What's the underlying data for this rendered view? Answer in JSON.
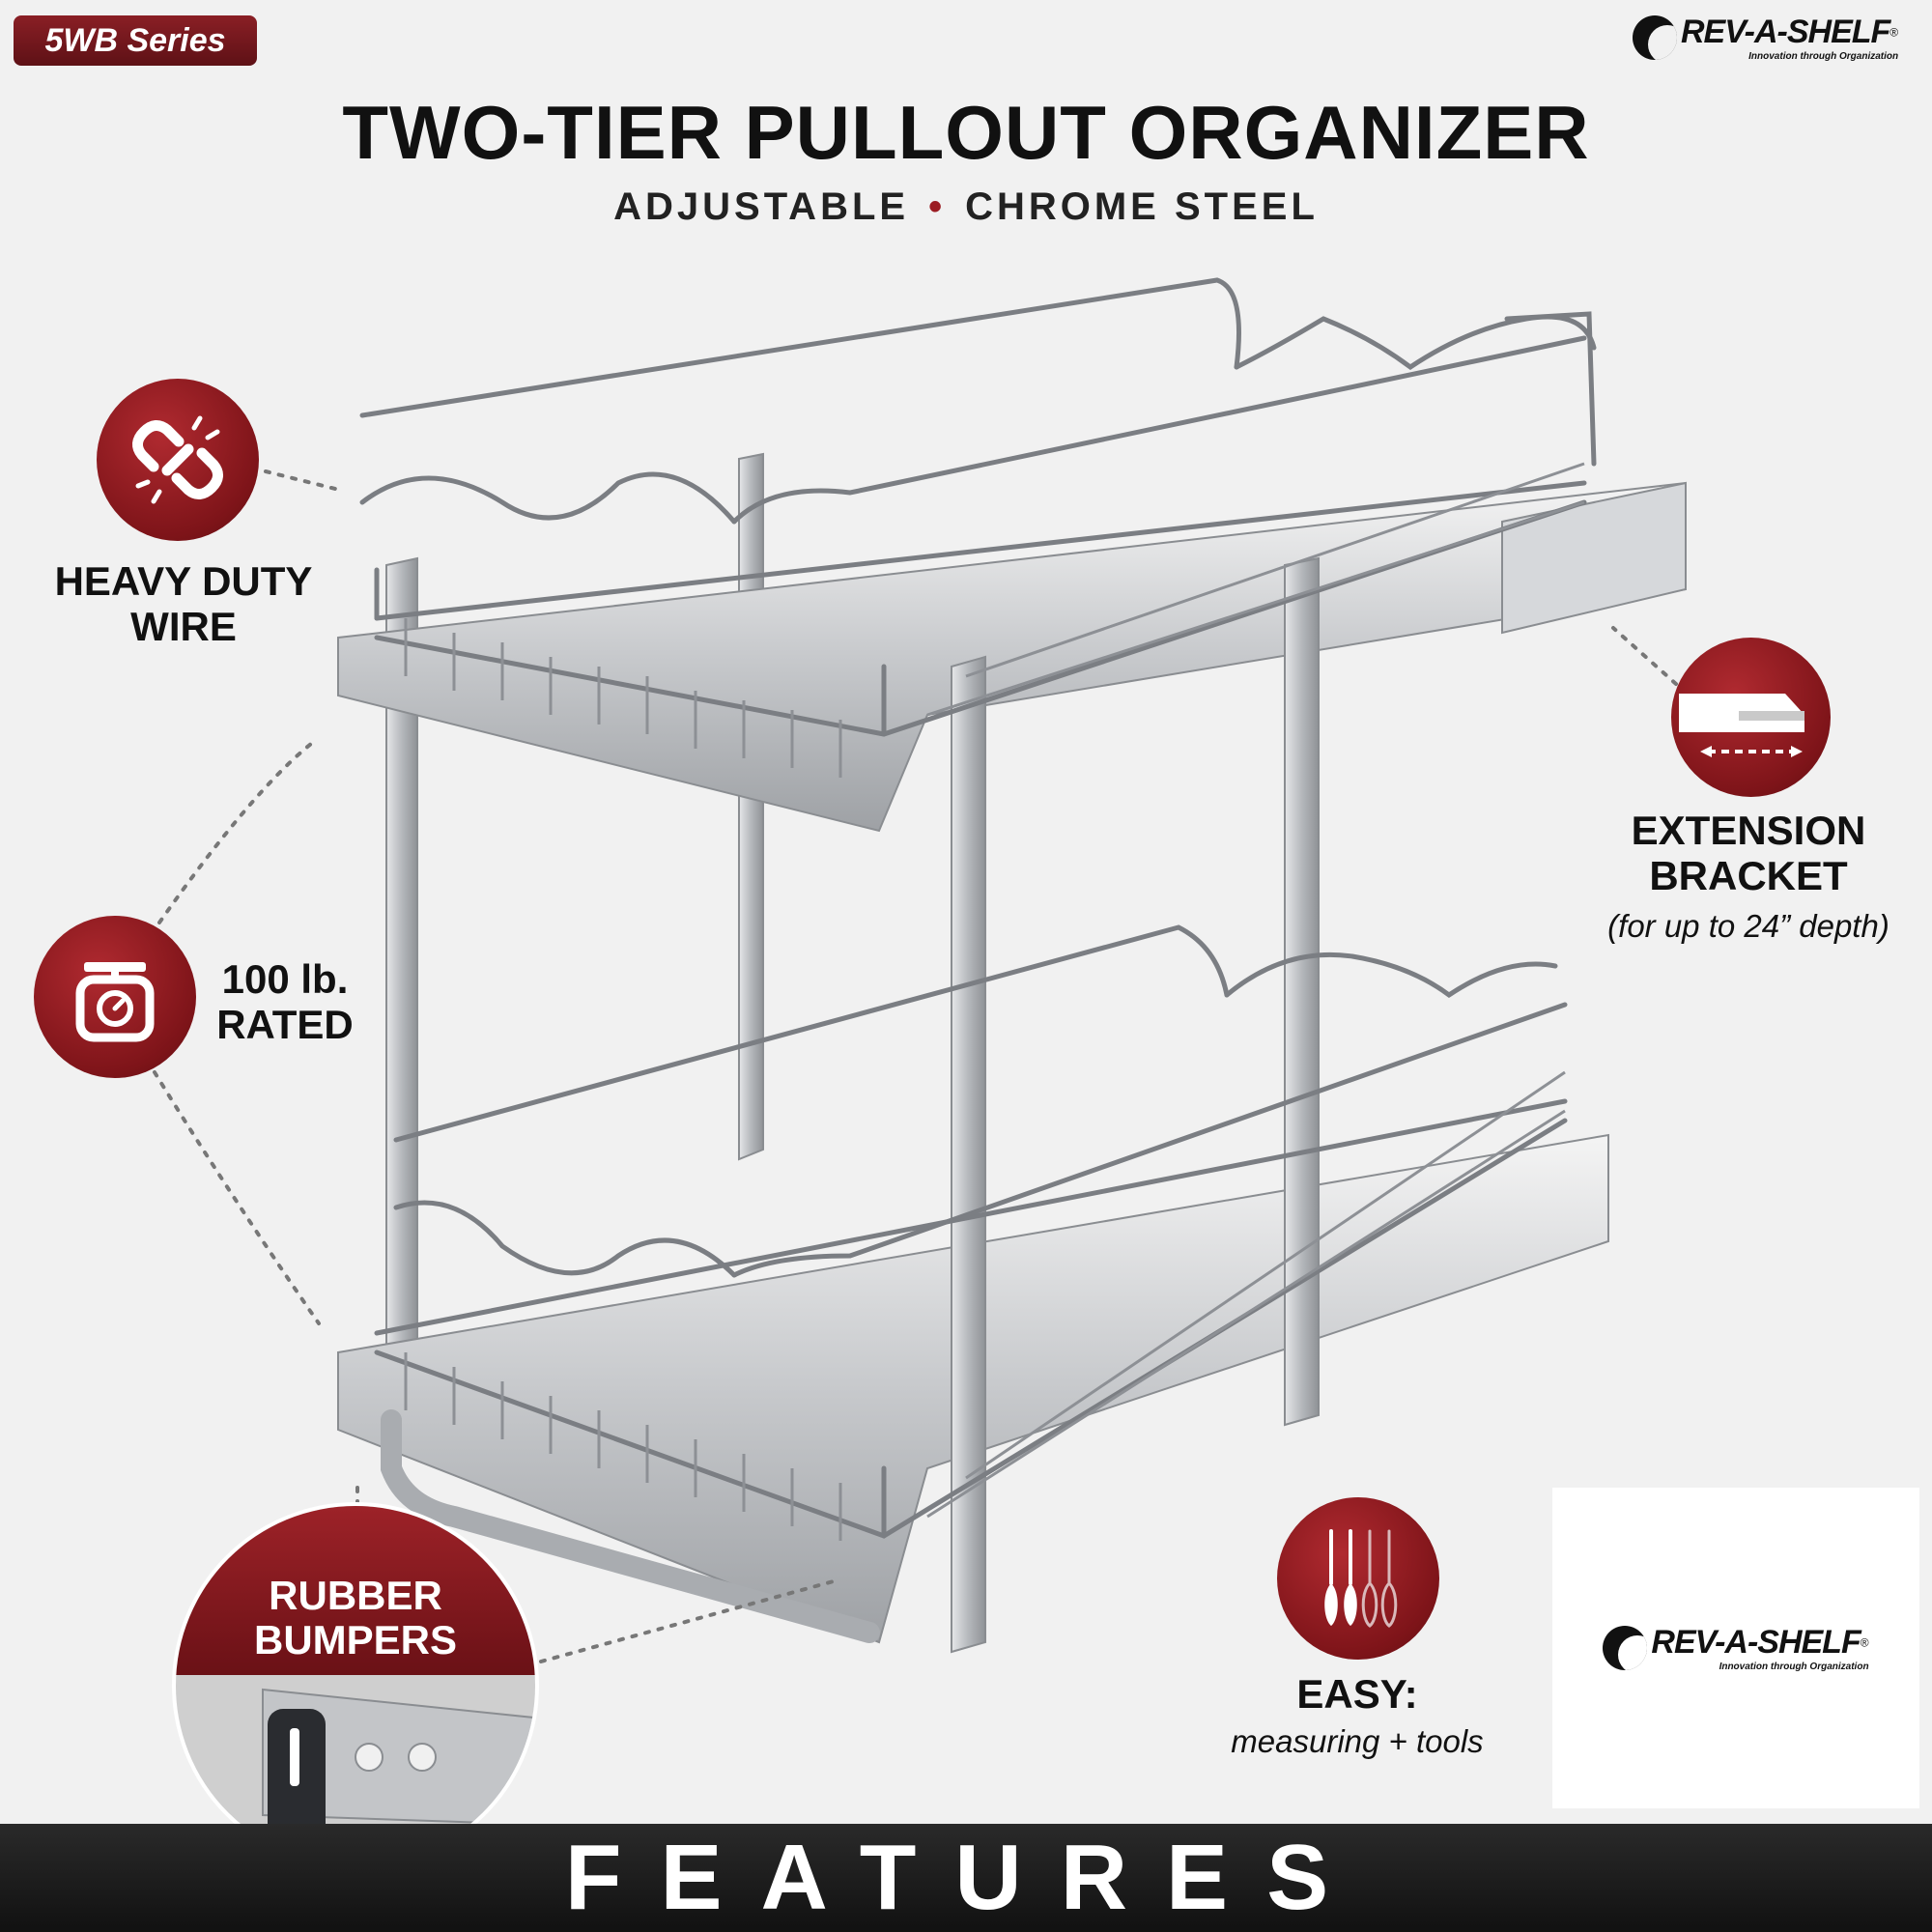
{
  "header": {
    "series_badge": "5WB Series",
    "brand": {
      "name": "REV-A-SHELF",
      "registered": "®",
      "tagline": "Innovation through Organization"
    },
    "title": "TWO-TIER PULLOUT ORGANIZER",
    "subtitle_left": "ADJUSTABLE",
    "subtitle_sep": "•",
    "subtitle_right": "CHROME STEEL"
  },
  "features": [
    {
      "id": "wire",
      "lines": [
        "HEAVY DUTY",
        "WIRE"
      ],
      "icon": "chain-link-icon"
    },
    {
      "id": "rated",
      "lines": [
        "100 lb.",
        "RATED"
      ],
      "icon": "scale-icon"
    },
    {
      "id": "bumpers",
      "lines": [
        "RUBBER",
        "BUMPERS"
      ],
      "icon": "rubber-bumper-photo"
    },
    {
      "id": "bracket",
      "lines": [
        "EXTENSION",
        "BRACKET"
      ],
      "note": "(for up to 24” depth)",
      "icon": "bracket-icon"
    },
    {
      "id": "easy",
      "lines": [
        "EASY:"
      ],
      "note": "measuring + tools",
      "icon": "screwdrivers-icon"
    }
  ],
  "bottom_logo": {
    "name": "REV-A-SHELF",
    "registered": "®",
    "tagline": "Innovation through Organization"
  },
  "footer": {
    "label": "FEATURES"
  },
  "colors": {
    "accent": "#8a1c22",
    "background": "#f1f1f1",
    "footer": "#1b1b1b"
  }
}
